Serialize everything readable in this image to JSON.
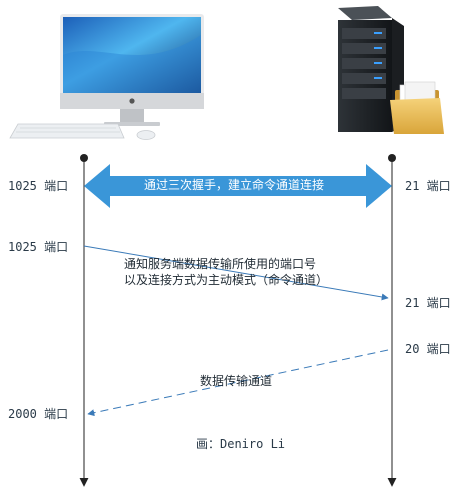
{
  "left_port_1": "1025 端口",
  "right_port_1": "21 端口",
  "handshake_text": "通过三次握手，建立命令通道连接",
  "left_port_2": "1025 端口",
  "notify_line_1": "通知服务端数据传输所使用的端口号",
  "notify_line_2": "以及连接方式为主动模式（命令通道）",
  "right_port_2": "21 端口",
  "right_port_3": "20 端口",
  "data_channel_text": "数据传输通道",
  "left_port_3": "2000 端口",
  "credit": "画：Deniro Li",
  "colors": {
    "handshake_arrow": "#3a96d8",
    "line": "#3a7ab8",
    "lifeline": "#222222"
  }
}
